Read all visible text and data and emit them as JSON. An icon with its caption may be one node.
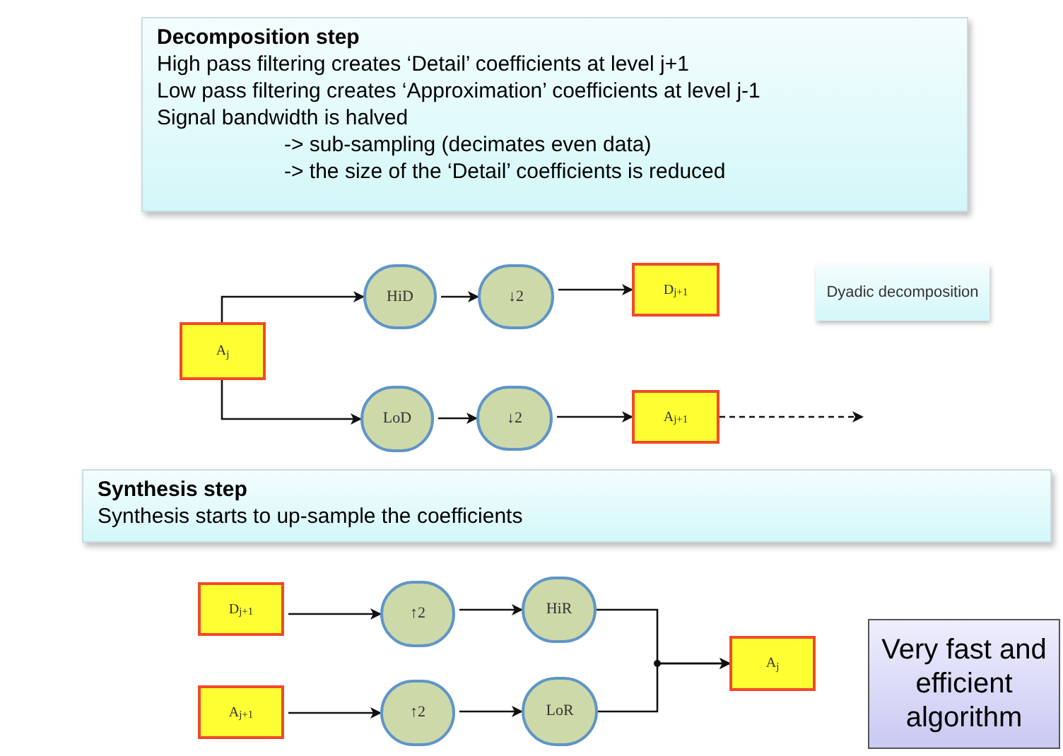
{
  "diagram": {
    "nodes": [
      {
        "text": [
          "Decomposition step",
          "High pass filtering creates ‘Detail’ coefficients at level j+1",
          "Low pass filtering creates ‘Approximation’ coefficients at level j-1",
          "Signal bandwidth is halved",
          "-> sub-sampling (decimates even data)",
          "-> the size of the ‘Detail’ coefficients is reduced"
        ]
      },
      {
        "text": [
          "A$_{j}$"
        ]
      },
      {
        "text": [
          "HiD"
        ]
      },
      {
        "text": [
          "↓2"
        ]
      },
      {
        "text": [
          "D$_{j+1}$"
        ]
      },
      {
        "text": [
          "LoD"
        ]
      },
      {
        "text": [
          "↓2"
        ]
      },
      {
        "text": [
          "A$_{j+1}$"
        ]
      },
      {
        "text": [
          "Dyadic decomposition"
        ]
      },
      {
        "text": [
          "Synthesis  step",
          "Synthesis  starts to up-sample the coefficients"
        ]
      },
      {
        "text": [
          "D$_{j+1}$"
        ]
      },
      {
        "text": [
          "↑2"
        ]
      },
      {
        "text": [
          "HiR"
        ]
      },
      {
        "text": [
          "A$_{j+1}$"
        ]
      },
      {
        "text": [
          "↑2"
        ]
      },
      {
        "text": [
          "LoR"
        ]
      },
      {
        "text": [
          "A$_{j}$"
        ]
      },
      {
        "text": [
          "Very fast and efficient algorithm"
        ]
      }
    ],
    "edges": [
      {
        "from": 1,
        "to": 2,
        "arrow": "to"
      },
      {
        "from": 1,
        "to": 5,
        "arrow": "to"
      },
      {
        "from": 2,
        "to": 3,
        "arrow": "to"
      },
      {
        "from": 3,
        "to": 4,
        "arrow": "to"
      },
      {
        "from": 5,
        "to": 6,
        "arrow": "to"
      },
      {
        "from": 6,
        "to": 7,
        "arrow": "to"
      },
      {
        "from": 7,
        "to": null,
        "arrow": "to",
        "style": "dashed"
      },
      {
        "from": 10,
        "to": 11,
        "arrow": "to"
      },
      {
        "from": 11,
        "to": 12,
        "arrow": "to"
      },
      {
        "from": 13,
        "to": 14,
        "arrow": "to"
      },
      {
        "from": 14,
        "to": 15,
        "arrow": "to"
      },
      {
        "from": 12,
        "to": 16,
        "arrow": "to"
      },
      {
        "from": 15,
        "to": 16,
        "arrow": "to"
      }
    ]
  }
}
